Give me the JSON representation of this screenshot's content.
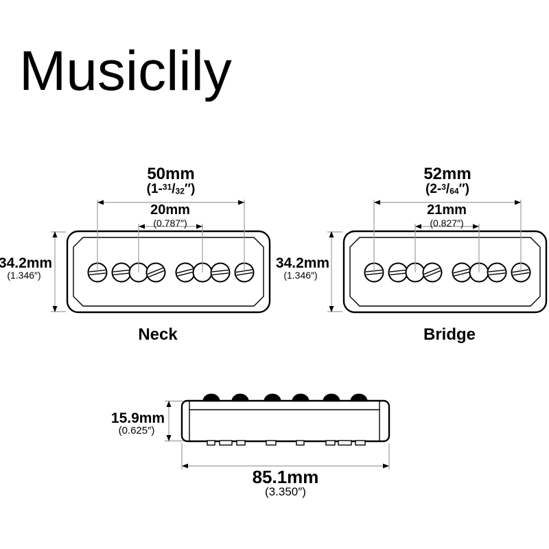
{
  "brand": {
    "logo": "Musiclily"
  },
  "neck": {
    "label": "Neck",
    "pole_spread_mm": "50mm",
    "pole_spread_in": {
      "open": "(1-",
      "numerator": "31",
      "slash": "/",
      "denominator": "32",
      "close": "″)"
    },
    "inner_spacing_mm": "20mm",
    "inner_spacing_in": "(0.787″)",
    "height_mm": "34.2mm",
    "height_in": "(1.346″)"
  },
  "bridge": {
    "label": "Bridge",
    "pole_spread_mm": "52mm",
    "pole_spread_in": {
      "open": "(2-",
      "numerator": "3",
      "slash": "/",
      "denominator": "64",
      "close": "″)"
    },
    "inner_spacing_mm": "21mm",
    "inner_spacing_in": "(0.827″)",
    "height_mm": "34.2mm",
    "height_in": "(1.346″)"
  },
  "side_view": {
    "height_mm": "15.9mm",
    "height_in": "(0.625″)",
    "length_mm": "85.1mm",
    "length_in": "(3.350″)"
  },
  "colors": {
    "line": "#000000",
    "dimension": "#9c9c9c",
    "background": "#ffffff"
  }
}
